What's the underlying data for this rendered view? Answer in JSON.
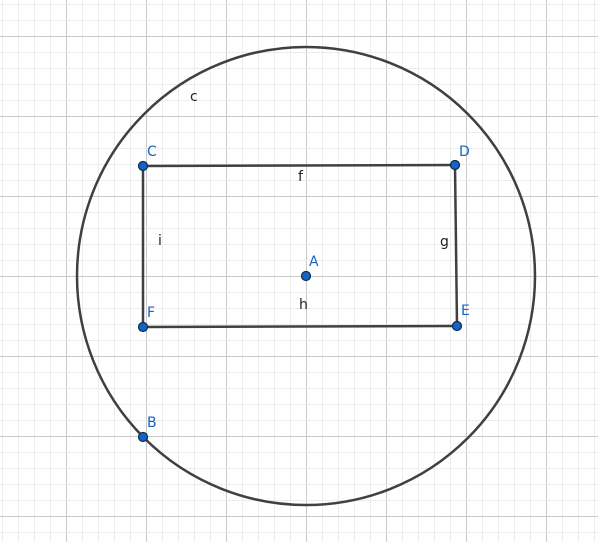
{
  "colors": {
    "background": "#ffffff",
    "grid_minor": "#ececec",
    "grid_major": "#c9c9c9",
    "stroke": "#404040",
    "point_fill": "#1565c0",
    "point_outline": "#0d2a52",
    "point_label": "#1565c0",
    "object_label": "#222222"
  },
  "diagram": {
    "circle": {
      "label": "c"
    },
    "points": {
      "A": {
        "label": "A"
      },
      "B": {
        "label": "B"
      },
      "C": {
        "label": "C"
      },
      "D": {
        "label": "D"
      },
      "E": {
        "label": "E"
      },
      "F": {
        "label": "F"
      }
    },
    "segments": {
      "f": {
        "label": "f",
        "from": "C",
        "to": "D"
      },
      "g": {
        "label": "g",
        "from": "D",
        "to": "E"
      },
      "h": {
        "label": "h",
        "from": "E",
        "to": "F"
      },
      "i": {
        "label": "i",
        "from": "F",
        "to": "C"
      }
    }
  }
}
